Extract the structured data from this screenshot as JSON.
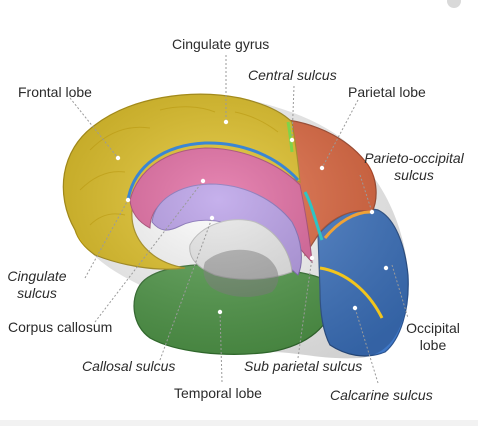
{
  "labels": {
    "cingulate_gyrus": "Cingulate gyrus",
    "central_sulcus": "Central sulcus",
    "frontal_lobe": "Frontal lobe",
    "parietal_lobe": "Parietal lobe",
    "parieto_occipital_sulcus": [
      "Parieto-occipital",
      "sulcus"
    ],
    "cingulate_sulcus": [
      "Cingulate",
      "sulcus"
    ],
    "corpus_callosum": "Corpus callosum",
    "occipital_lobe": [
      "Occipital",
      "lobe"
    ],
    "callosal_sulcus": "Callosal sulcus",
    "sub_parietal_sulcus": "Sub parietal sulcus",
    "temporal_lobe": "Temporal lobe",
    "calcarine_sulcus": "Calcarine sulcus"
  },
  "colors": {
    "frontal_lobe": "#e3c21e",
    "parietal_lobe": "#e2643a",
    "occipital_lobe": "#3f78c8",
    "temporal_lobe": "#4e9a46",
    "cingulate_gyrus": "#e0609b",
    "corpus_callosum": "#b397e6",
    "cingulate_sulcus_line": "#3a86d4",
    "central_sulcus_line": "#7fd34a",
    "sub_parietal_sulcus_line": "#2fc4c4",
    "calcarine_sulcus_line": "#f2c51c",
    "parieto_occipital_sulcus_line": "#f0a236",
    "leader_line": "#9a9a9a"
  }
}
